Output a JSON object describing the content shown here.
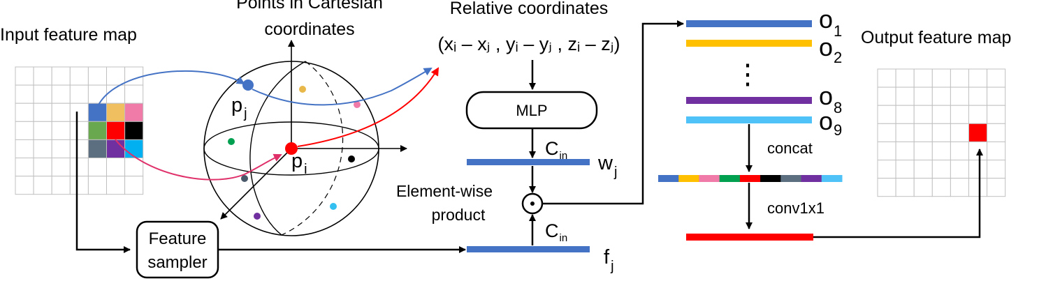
{
  "labels": {
    "input_map": "Input feature map",
    "points_title_1": "Points in Cartesian",
    "points_title_2": "coordinates",
    "relative_title": "Relative coordinates",
    "relative_formula": "(xᵢ – xⱼ , yᵢ – yⱼ , zᵢ – zⱼ)",
    "output_map": "Output feature map",
    "p_j": "p",
    "p_j_sub": "j",
    "p_i": "p",
    "p_i_sub": "i",
    "mlp": "MLP",
    "c_in_top": "C",
    "c_in_top_sub": "in",
    "w_j": "w",
    "w_j_sub": "j",
    "elementwise_1": "Element-wise",
    "elementwise_2": "product",
    "c_in_bottom": "C",
    "c_in_bottom_sub": "in",
    "f_j": "f",
    "f_j_sub": "j",
    "sampler_1": "Feature",
    "sampler_2": "sampler",
    "o1": "o",
    "o1_sub": "1",
    "o2": "o",
    "o2_sub": "2",
    "vdots": "⋮",
    "o8": "o",
    "o8_sub": "8",
    "o9": "o",
    "o9_sub": "9",
    "concat": "concat",
    "conv": "conv1x1",
    "odot": "⊙"
  },
  "colors": {
    "blue": "#4472c4",
    "orange_yellow": "#f0c060",
    "pink": "#f07aa8",
    "green": "#6aa84f",
    "red": "#ff0000",
    "black": "#000000",
    "slate": "#5b6f80",
    "purple": "#7030a0",
    "cyan": "#00b0f0",
    "gold": "#ffc000",
    "grid": "#c0c0c0",
    "point_orange": "#e8b84a",
    "point_pink": "#f07aa8",
    "point_green": "#00a050",
    "point_slate": "#4a5a6a",
    "point_purple": "#7030a0",
    "point_cyan": "#33c0f0",
    "light_blue": "#4fc3f7"
  }
}
